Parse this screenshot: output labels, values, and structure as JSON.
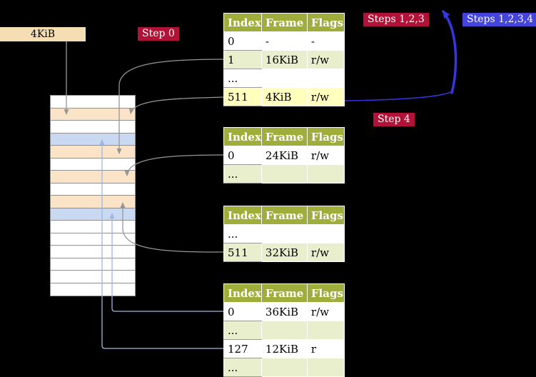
{
  "colors": {
    "background": "#000000",
    "step_label_red": "#b11237",
    "step_label_blue": "#4545dd",
    "table_header_olive": "#9fad3b",
    "table_row_green": "#e9eecd",
    "table_row_highlight_yellow": "#ffffbe",
    "page_table_page_fill": "#fbe3c8",
    "data_page_fill": "#c9d9f2",
    "frame_box_fill": "#f5deb3",
    "arrow_gray": "#969696",
    "arrow_light_blue": "#9fb6de",
    "arrow_blue": "#3636e0"
  },
  "frame_box": {
    "label": "4KiB"
  },
  "step_labels": {
    "step0": "Step 0",
    "steps123": "Steps 1,2,3",
    "steps1234": "Steps 1,2,3,4",
    "step4": "Step 4"
  },
  "tables": [
    {
      "name": "page-table-level-1",
      "headers": [
        "Index",
        "Frame",
        "Flags"
      ],
      "rows": [
        {
          "index": "0",
          "frame": "-",
          "flags": "-"
        },
        {
          "index": "1",
          "frame": "16KiB",
          "flags": "r/w"
        },
        {
          "index": "...",
          "frame": "",
          "flags": ""
        },
        {
          "index": "511",
          "frame": "4KiB",
          "flags": "r/w",
          "highlighted": true
        }
      ]
    },
    {
      "name": "page-table-level-2",
      "headers": [
        "Index",
        "Frame",
        "Flags"
      ],
      "rows": [
        {
          "index": "0",
          "frame": "24KiB",
          "flags": "r/w"
        },
        {
          "index": "...",
          "frame": "",
          "flags": ""
        }
      ]
    },
    {
      "name": "page-table-level-3",
      "headers": [
        "Index",
        "Frame",
        "Flags"
      ],
      "rows": [
        {
          "index": "...",
          "frame": "",
          "flags": ""
        },
        {
          "index": "511",
          "frame": "32KiB",
          "flags": "r/w"
        }
      ]
    },
    {
      "name": "page-table-level-4",
      "headers": [
        "Index",
        "Frame",
        "Flags"
      ],
      "rows": [
        {
          "index": "0",
          "frame": "36KiB",
          "flags": "r/w"
        },
        {
          "index": "...",
          "frame": "",
          "flags": ""
        },
        {
          "index": "127",
          "frame": "12KiB",
          "flags": "r"
        },
        {
          "index": "...",
          "frame": "",
          "flags": ""
        }
      ]
    }
  ],
  "memory": {
    "rows": [
      {
        "type": "plain"
      },
      {
        "type": "pagetable"
      },
      {
        "type": "plain"
      },
      {
        "type": "datapage"
      },
      {
        "type": "pagetable"
      },
      {
        "type": "plain"
      },
      {
        "type": "pagetable"
      },
      {
        "type": "plain"
      },
      {
        "type": "pagetable"
      },
      {
        "type": "datapage"
      },
      {
        "type": "plain"
      },
      {
        "type": "plain"
      },
      {
        "type": "plain"
      },
      {
        "type": "plain"
      },
      {
        "type": "plain"
      },
      {
        "type": "plain"
      }
    ]
  }
}
